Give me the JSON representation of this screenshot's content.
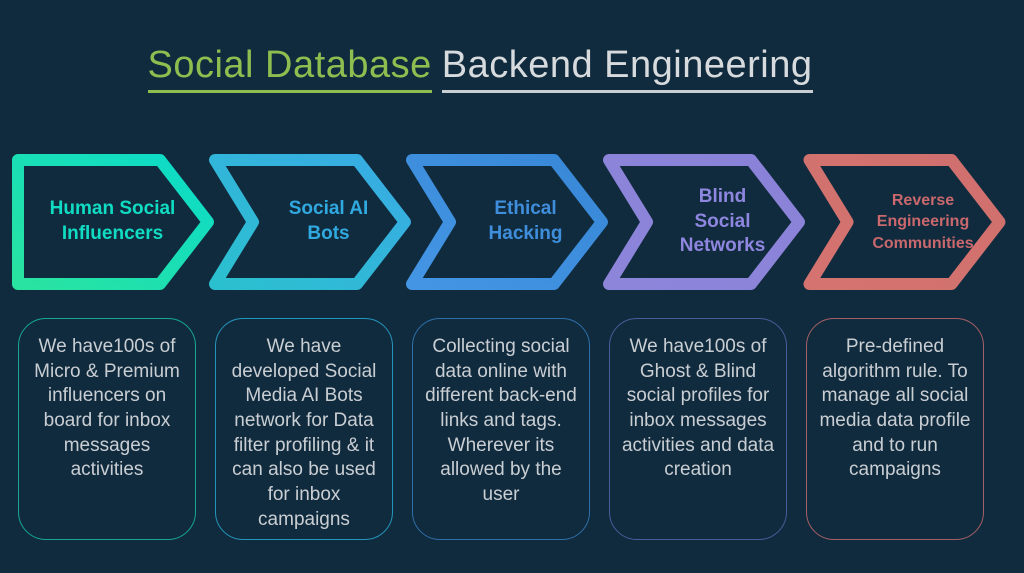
{
  "title": {
    "part1": "Social Database",
    "part2": "Backend Engineering"
  },
  "colors": {
    "background": "#112B3E",
    "title_green": "#8DBE4F",
    "title_white": "#D7DBDE",
    "body_text": "#C9CED3"
  },
  "steps": [
    {
      "id": "human-social-influencers",
      "label_lines": [
        "Human Social",
        "Influencers"
      ],
      "label_color": "#0FDCC2",
      "chevron_gradient": [
        "#29E3A0",
        "#0BDBC9"
      ],
      "box_border_color": "#16A795",
      "description": "We have100s of Micro & Premium influencers on board for inbox messages activities"
    },
    {
      "id": "social-ai-bots",
      "label_lines": [
        "Social AI",
        "Bots"
      ],
      "label_color": "#2FA9DF",
      "chevron_gradient": [
        "#2BC0CF",
        "#38ABE4"
      ],
      "box_border_color": "#2496BC",
      "description": "We have developed Social Media AI Bots network for Data filter profiling & it can also be used for inbox campaigns"
    },
    {
      "id": "ethical-hacking",
      "label_lines": [
        "Ethical",
        "Hacking"
      ],
      "label_color": "#3E8EDC",
      "chevron_gradient": [
        "#4496E4",
        "#3787D6"
      ],
      "box_border_color": "#2E6FA9",
      "description": "Collecting social data online with different back-end links and tags. Wherever its allowed by the user"
    },
    {
      "id": "blind-social-networks",
      "label_lines": [
        "Blind",
        "Social",
        "Networks"
      ],
      "label_color": "#8E86DF",
      "chevron_gradient": [
        "#8D85DA",
        "#8A82D8"
      ],
      "box_border_color": "#4A5C9A",
      "description": "We have100s of Ghost & Blind social profiles for inbox messages activities and data creation"
    },
    {
      "id": "reverse-engineering-communities",
      "label_lines": [
        "Reverse",
        "Engineering",
        "Communities"
      ],
      "label_color": "#C9686D",
      "chevron_gradient": [
        "#D4736F",
        "#D0706E"
      ],
      "box_border_color": "#A65F66",
      "description": "Pre-defined algorithm rule. To manage all social media data profile and to run campaigns"
    }
  ]
}
